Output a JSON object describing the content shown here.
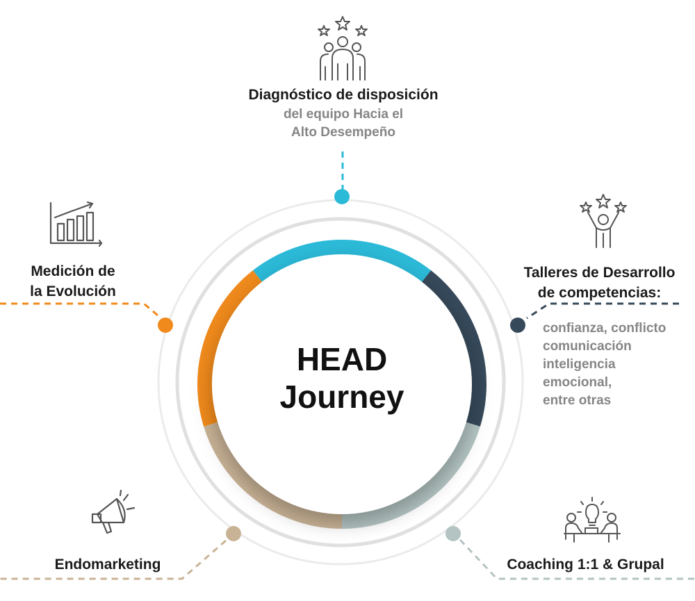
{
  "center": {
    "line1": "HEAD",
    "line2": "Journey"
  },
  "colors": {
    "teal": "#2bbad8",
    "navy": "#36495a",
    "sage": "#b3c4c2",
    "tan": "#c9b396",
    "orange": "#f08a1c",
    "grey_text": "#858585"
  },
  "stages": [
    {
      "title_lines": [
        "Diagnóstico de disposición"
      ],
      "subtitle_lines": [
        "del equipo Hacia el",
        "Alto Desempeño"
      ],
      "icon": "team-stars-icon"
    },
    {
      "title_lines": [
        "Talleres de Desarrollo",
        "de competencias:"
      ],
      "subtitle_lines": [
        "confianza, conflicto",
        "comunicación",
        "inteligencia",
        "emocional,",
        "entre otras"
      ],
      "icon": "person-stars-icon"
    },
    {
      "title_lines": [
        "Coaching 1:1 & Grupal"
      ],
      "subtitle_lines": [],
      "icon": "meeting-idea-icon"
    },
    {
      "title_lines": [
        "Endomarketing"
      ],
      "subtitle_lines": [],
      "icon": "megaphone-icon"
    },
    {
      "title_lines": [
        "Medición de",
        "la Evolución"
      ],
      "subtitle_lines": [],
      "icon": "growth-chart-icon"
    }
  ]
}
